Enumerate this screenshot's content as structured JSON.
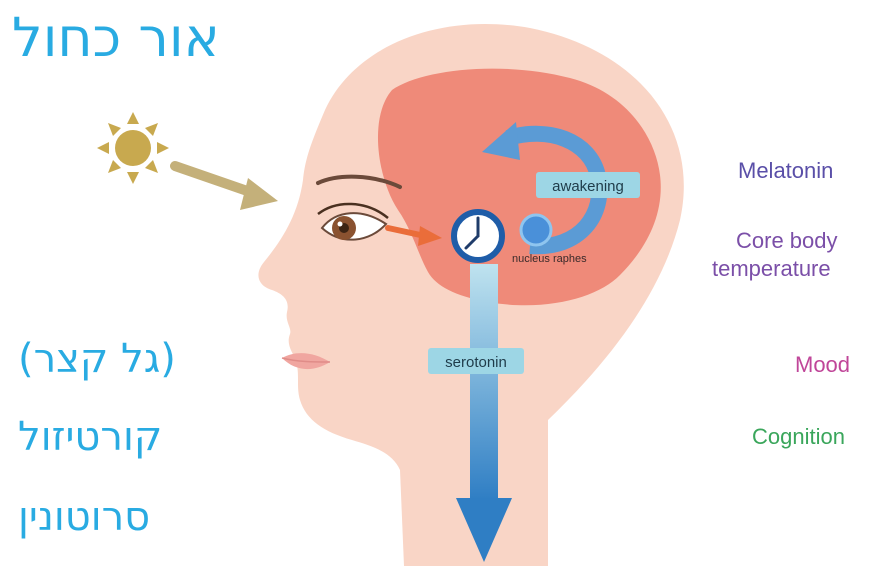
{
  "colors": {
    "hebrew_text": "#29abe2",
    "skin": "#f9d5c6",
    "brain": "#ef8a79",
    "sun": "#c8a94f",
    "light_arrow": "#c4b07a",
    "eye_arrow": "#ea6d3a",
    "cycle_arrow": "#5b9bd5",
    "label_box": "#9dd6e5",
    "melatonin": "#5a4fa8",
    "core_temp": "#7b4fa8",
    "mood": "#c04699",
    "cognition": "#3aa65b"
  },
  "hebrew": {
    "title": "אור כחול",
    "lines": [
      "(גל קצר)",
      "קורטיזול",
      "סרוטונין"
    ]
  },
  "diagram": {
    "awakening_label": "awakening",
    "nucleus_label": "nucleus raphes",
    "serotonin_label": "serotonin"
  },
  "effects": {
    "melatonin": "Melatonin",
    "core_temp_line1": "Core body",
    "core_temp_line2": "temperature",
    "mood": "Mood",
    "cognition": "Cognition"
  }
}
